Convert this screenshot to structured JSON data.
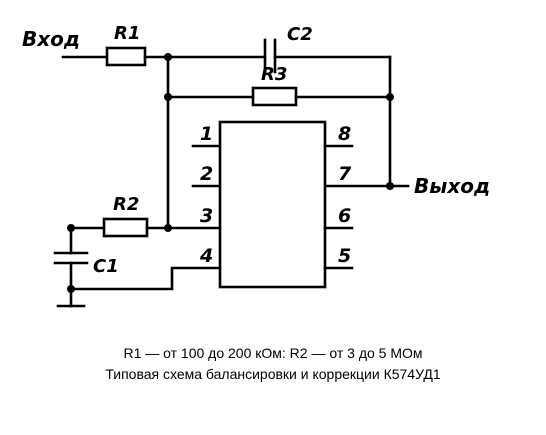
{
  "labels": {
    "input": "Вход",
    "output": "Выход",
    "r1": "R1",
    "r2": "R2",
    "r3": "R3",
    "c1": "C1",
    "c2": "C2"
  },
  "pins": {
    "p1": "1",
    "p2": "2",
    "p3": "3",
    "p4": "4",
    "p5": "5",
    "p6": "6",
    "p7": "7",
    "p8": "8"
  },
  "caption": {
    "line1": "R1 — от 100 до 200 кОм: R2 — от 3 до 5 МОм",
    "line2": "Типовая схема балансировки и коррекции К574УД1"
  }
}
